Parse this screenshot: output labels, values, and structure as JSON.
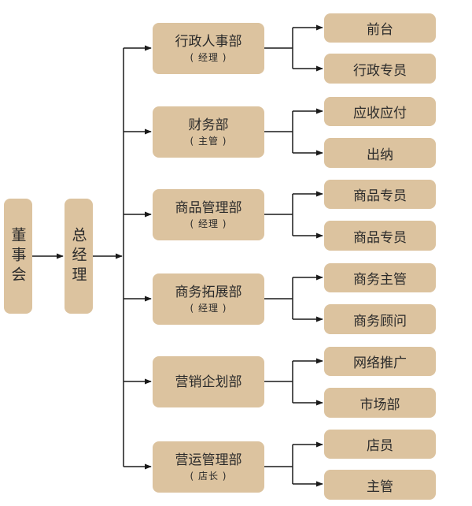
{
  "board": "董事会",
  "ceo": "总经理",
  "departments": [
    {
      "name": "行政人事部",
      "sub": "( 经理 )",
      "roles": [
        "前台",
        "行政专员"
      ]
    },
    {
      "name": "财务部",
      "sub": "( 主管 )",
      "roles": [
        "应收应付",
        "出纳"
      ]
    },
    {
      "name": "商品管理部",
      "sub": "( 经理 )",
      "roles": [
        "商品专员",
        "商品专员"
      ]
    },
    {
      "name": "商务拓展部",
      "sub": "( 经理 )",
      "roles": [
        "商务主管",
        "商务顾问"
      ]
    },
    {
      "name": "营销企划部",
      "sub": "",
      "roles": [
        "网络推广",
        "市场部"
      ]
    },
    {
      "name": "营运管理部",
      "sub": "( 店长 )",
      "roles": [
        "店员",
        "主管"
      ]
    }
  ]
}
